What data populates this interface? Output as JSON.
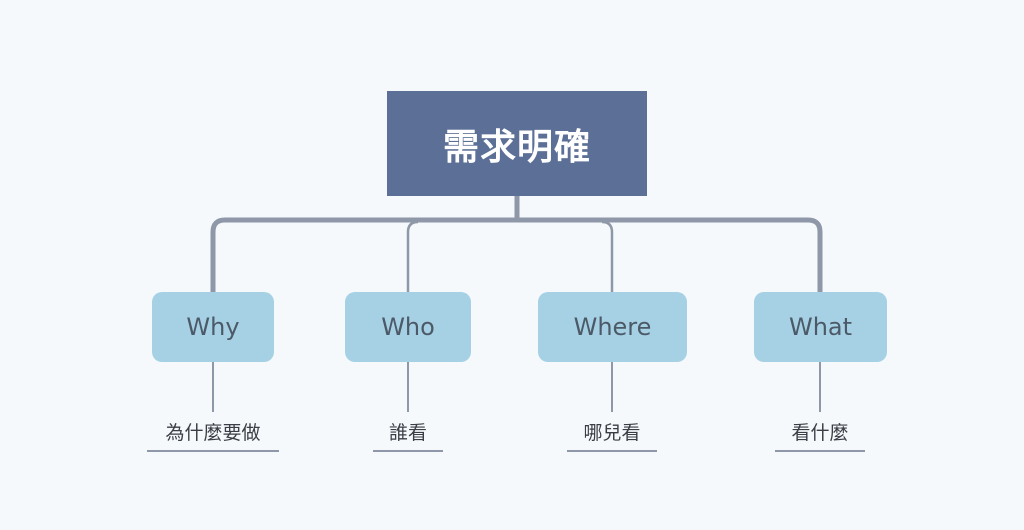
{
  "root": {
    "label": "需求明確"
  },
  "children": [
    {
      "label": "Why",
      "sub": "為什麼要做"
    },
    {
      "label": "Who",
      "sub": "誰看"
    },
    {
      "label": "Where",
      "sub": "哪兒看"
    },
    {
      "label": "What",
      "sub": "看什麼"
    }
  ],
  "colors": {
    "background": "#f5f9fc",
    "root_fill": "#5c6f96",
    "child_fill": "#a6d1e5",
    "connector": "#8f98a8"
  }
}
